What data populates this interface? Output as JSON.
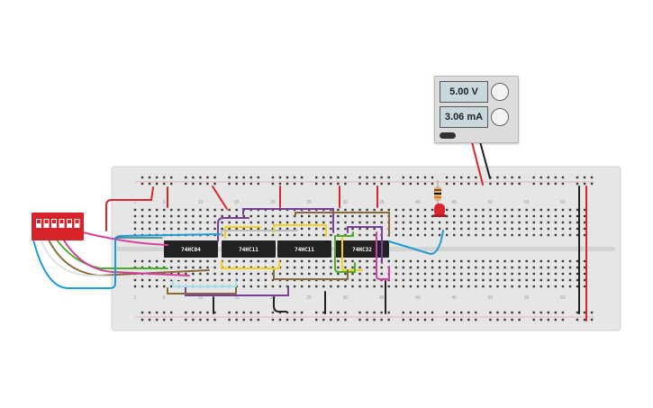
{
  "power_supply": {
    "voltage_display": "5.00 V",
    "current_display": "3.06 mA"
  },
  "chips": [
    {
      "label": "74HC04"
    },
    {
      "label": "74HC11"
    },
    {
      "label": "74HC11"
    },
    {
      "label": "74HC32"
    }
  ],
  "breadboard": {
    "top_column_numbers": [
      "1",
      "5",
      "10",
      "15",
      "20",
      "25",
      "30",
      "35",
      "40",
      "45",
      "50",
      "55",
      "60"
    ],
    "bottom_column_numbers": [
      "1",
      "5",
      "10",
      "15",
      "20",
      "25",
      "30",
      "35",
      "40",
      "45",
      "50",
      "55",
      "60"
    ]
  },
  "dip_switch": {
    "positions": 6
  },
  "led": {
    "color": "red"
  },
  "colors": {
    "board": "#e8e8e8",
    "rail_red": "#d9262c",
    "wire_black": "#222222",
    "wire_blue": "#1e9bd7",
    "wire_purple": "#7b3fa0",
    "wire_yellow": "#f2d21b",
    "wire_green": "#4caf2a",
    "wire_brown": "#8a6a3a",
    "wire_pink": "#d63fa0",
    "wire_gray": "#9a9a9a",
    "chip": "#222222",
    "dip_switch": "#d8232a"
  }
}
